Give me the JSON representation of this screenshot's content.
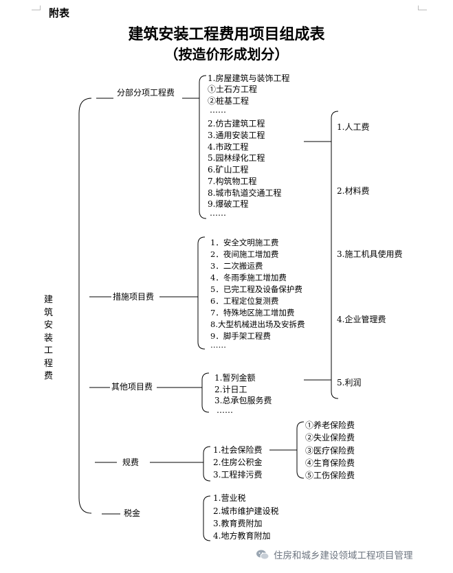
{
  "header": {
    "appendix_label": "附表"
  },
  "title": {
    "main": "建筑安装工程费用项目组成表",
    "sub": "（按造价形成划分）"
  },
  "root": {
    "label": "建筑安装工程费"
  },
  "categories": [
    {
      "label": "分部分项工程费",
      "items": [
        "1.房屋建筑与装饰工程",
        "①土石方工程",
        "②桩基工程",
        "……",
        "2.仿古建筑工程",
        "3.通用安装工程",
        "4.市政工程",
        "5.园林绿化工程",
        "6.矿山工程",
        "7.构筑物工程",
        "8.城市轨道交通工程",
        "9.爆破工程",
        "……"
      ]
    },
    {
      "label": "措施项目费",
      "items": [
        "1．安全文明施工费",
        "2．夜间施工增加费",
        "3．二次搬运费",
        "4．冬雨季施工增加费",
        "5．已完工程及设备保护费",
        "6．工程定位复测费",
        "7．特殊地区施工增加费",
        "8.大型机械进出场及安拆费",
        "9．脚手架工程费",
        "……"
      ]
    },
    {
      "label": "其他项目费",
      "items": [
        "1.暂列金额",
        "2.计日工",
        "3.总承包服务费",
        "……"
      ]
    },
    {
      "label": "规费",
      "items": [
        "1.社会保险费",
        "2.住房公积金",
        "3.工程排污费"
      ],
      "social_insurance": [
        "①养老保险费",
        "②失业保险费",
        "③医疗保险费",
        "④生育保险费",
        "⑤工伤保险费"
      ]
    },
    {
      "label": "税金",
      "items": [
        "1.营业税",
        "2.城市维护建设税",
        "3.教育费附加",
        "4.地方教育附加"
      ]
    }
  ],
  "cost_components": [
    "1.人工费",
    "2.材料费",
    "3.施工机具使用费",
    "4.企业管理费",
    "5.利润"
  ],
  "watermark": {
    "text": "住房和城乡建设领域工程项目管理"
  }
}
